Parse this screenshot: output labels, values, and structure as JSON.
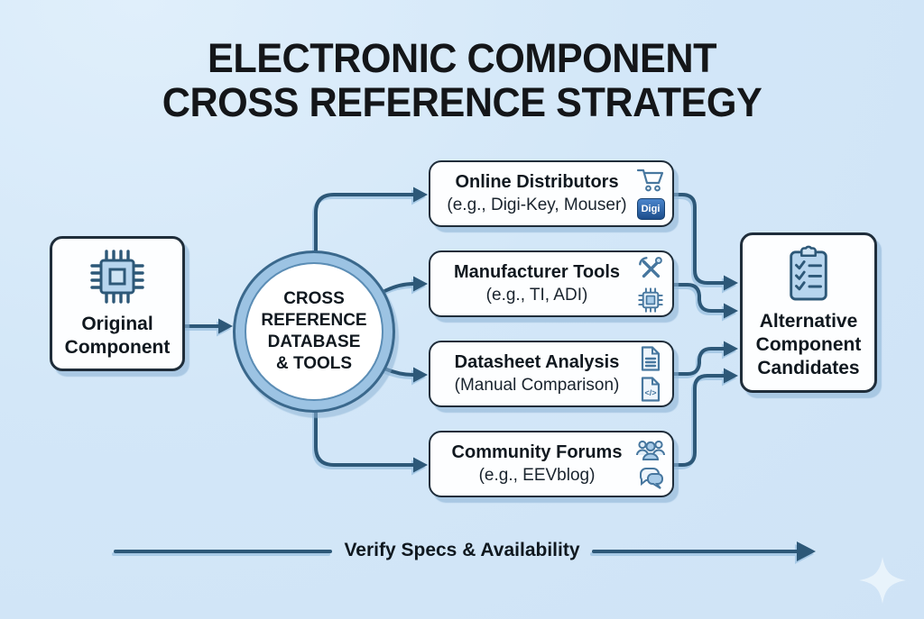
{
  "title": {
    "line1": "ELECTRONIC COMPONENT",
    "line2": "CROSS REFERENCE STRATEGY"
  },
  "source": {
    "label": "Original Component",
    "icon": "chip-icon"
  },
  "hub": {
    "lines": [
      "CROSS",
      "REFERENCE",
      "DATABASE",
      "& TOOLS"
    ]
  },
  "branches": [
    {
      "title": "Online Distributors",
      "subtitle": "(e.g., Digi-Key, Mouser)",
      "icons": [
        "shopping-cart-icon",
        "digikey-badge-icon"
      ],
      "badge_text": "Digi"
    },
    {
      "title": "Manufacturer Tools",
      "subtitle": "(e.g., TI, ADI)",
      "icons": [
        "tools-icon",
        "chip-small-icon"
      ]
    },
    {
      "title": "Datasheet Analysis",
      "subtitle": "(Manual Comparison)",
      "icons": [
        "document-icon",
        "code-file-icon"
      ]
    },
    {
      "title": "Community Forums",
      "subtitle": "(e.g., EEVblog)",
      "icons": [
        "people-icon",
        "chat-icon"
      ]
    }
  ],
  "result": {
    "label": "Alternative Component Candidates",
    "icon": "clipboard-checklist-icon"
  },
  "footer": {
    "label": "Verify Specs & Availability"
  },
  "decorations": {
    "sparkle": "sparkle-icon"
  },
  "colors": {
    "background": "#d3e7f8",
    "connector_line": "#2d5878",
    "node_border": "#1f2d3a",
    "node_fill": "#fdfeff",
    "hub_ring": "#9cc3e3",
    "icon_stroke": "#47779f",
    "icon_fill": "#b7d5ee",
    "badge_blue": "#2a64ab",
    "text": "#10181f"
  }
}
